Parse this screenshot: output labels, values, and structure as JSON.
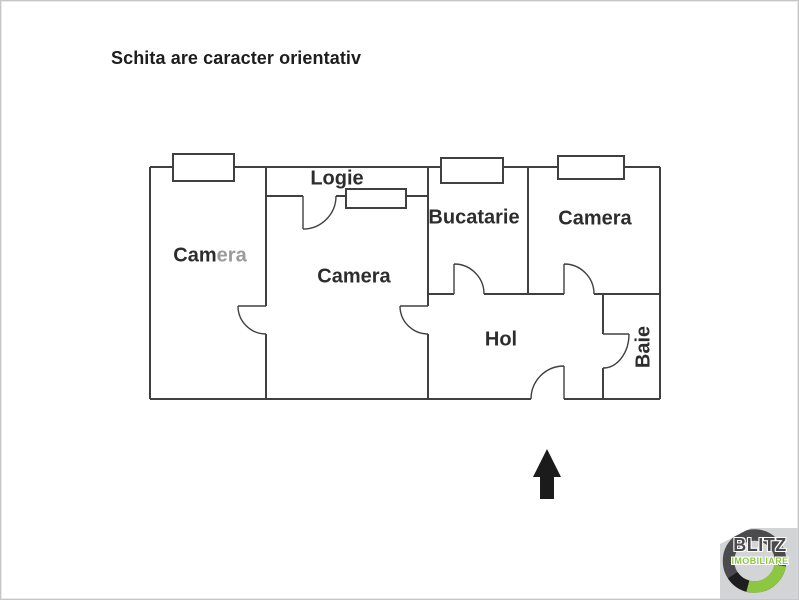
{
  "note": "Schita are caracter orientativ",
  "floor_plan": {
    "rooms": [
      {
        "id": "camera-left",
        "label": "Camera",
        "label_dark": "Cam",
        "label_light": "era"
      },
      {
        "id": "camera-center",
        "label": "Camera"
      },
      {
        "id": "logie",
        "label": "Logie"
      },
      {
        "id": "bucatarie",
        "label": "Bucatarie"
      },
      {
        "id": "camera-right",
        "label": "Camera"
      },
      {
        "id": "hol",
        "label": "Hol"
      },
      {
        "id": "baie",
        "label": "Baie"
      }
    ],
    "features": [
      "4 windows",
      "7 door swings",
      "north arrow"
    ]
  },
  "logo": {
    "brand": "BLITZ",
    "subtitle": "IMOBILIARE"
  },
  "colors": {
    "wall": "#404040",
    "background": "#ffffff",
    "arrow": "#1b1b1b",
    "label_dark": "#2d2d2d",
    "label_light": "#9b9b9b",
    "logo_ring": "#4b4b4d",
    "logo_green": "#8dc63f",
    "logo_dark_segment": "#1e1e1e",
    "logo_background": "#d3d4d5"
  }
}
